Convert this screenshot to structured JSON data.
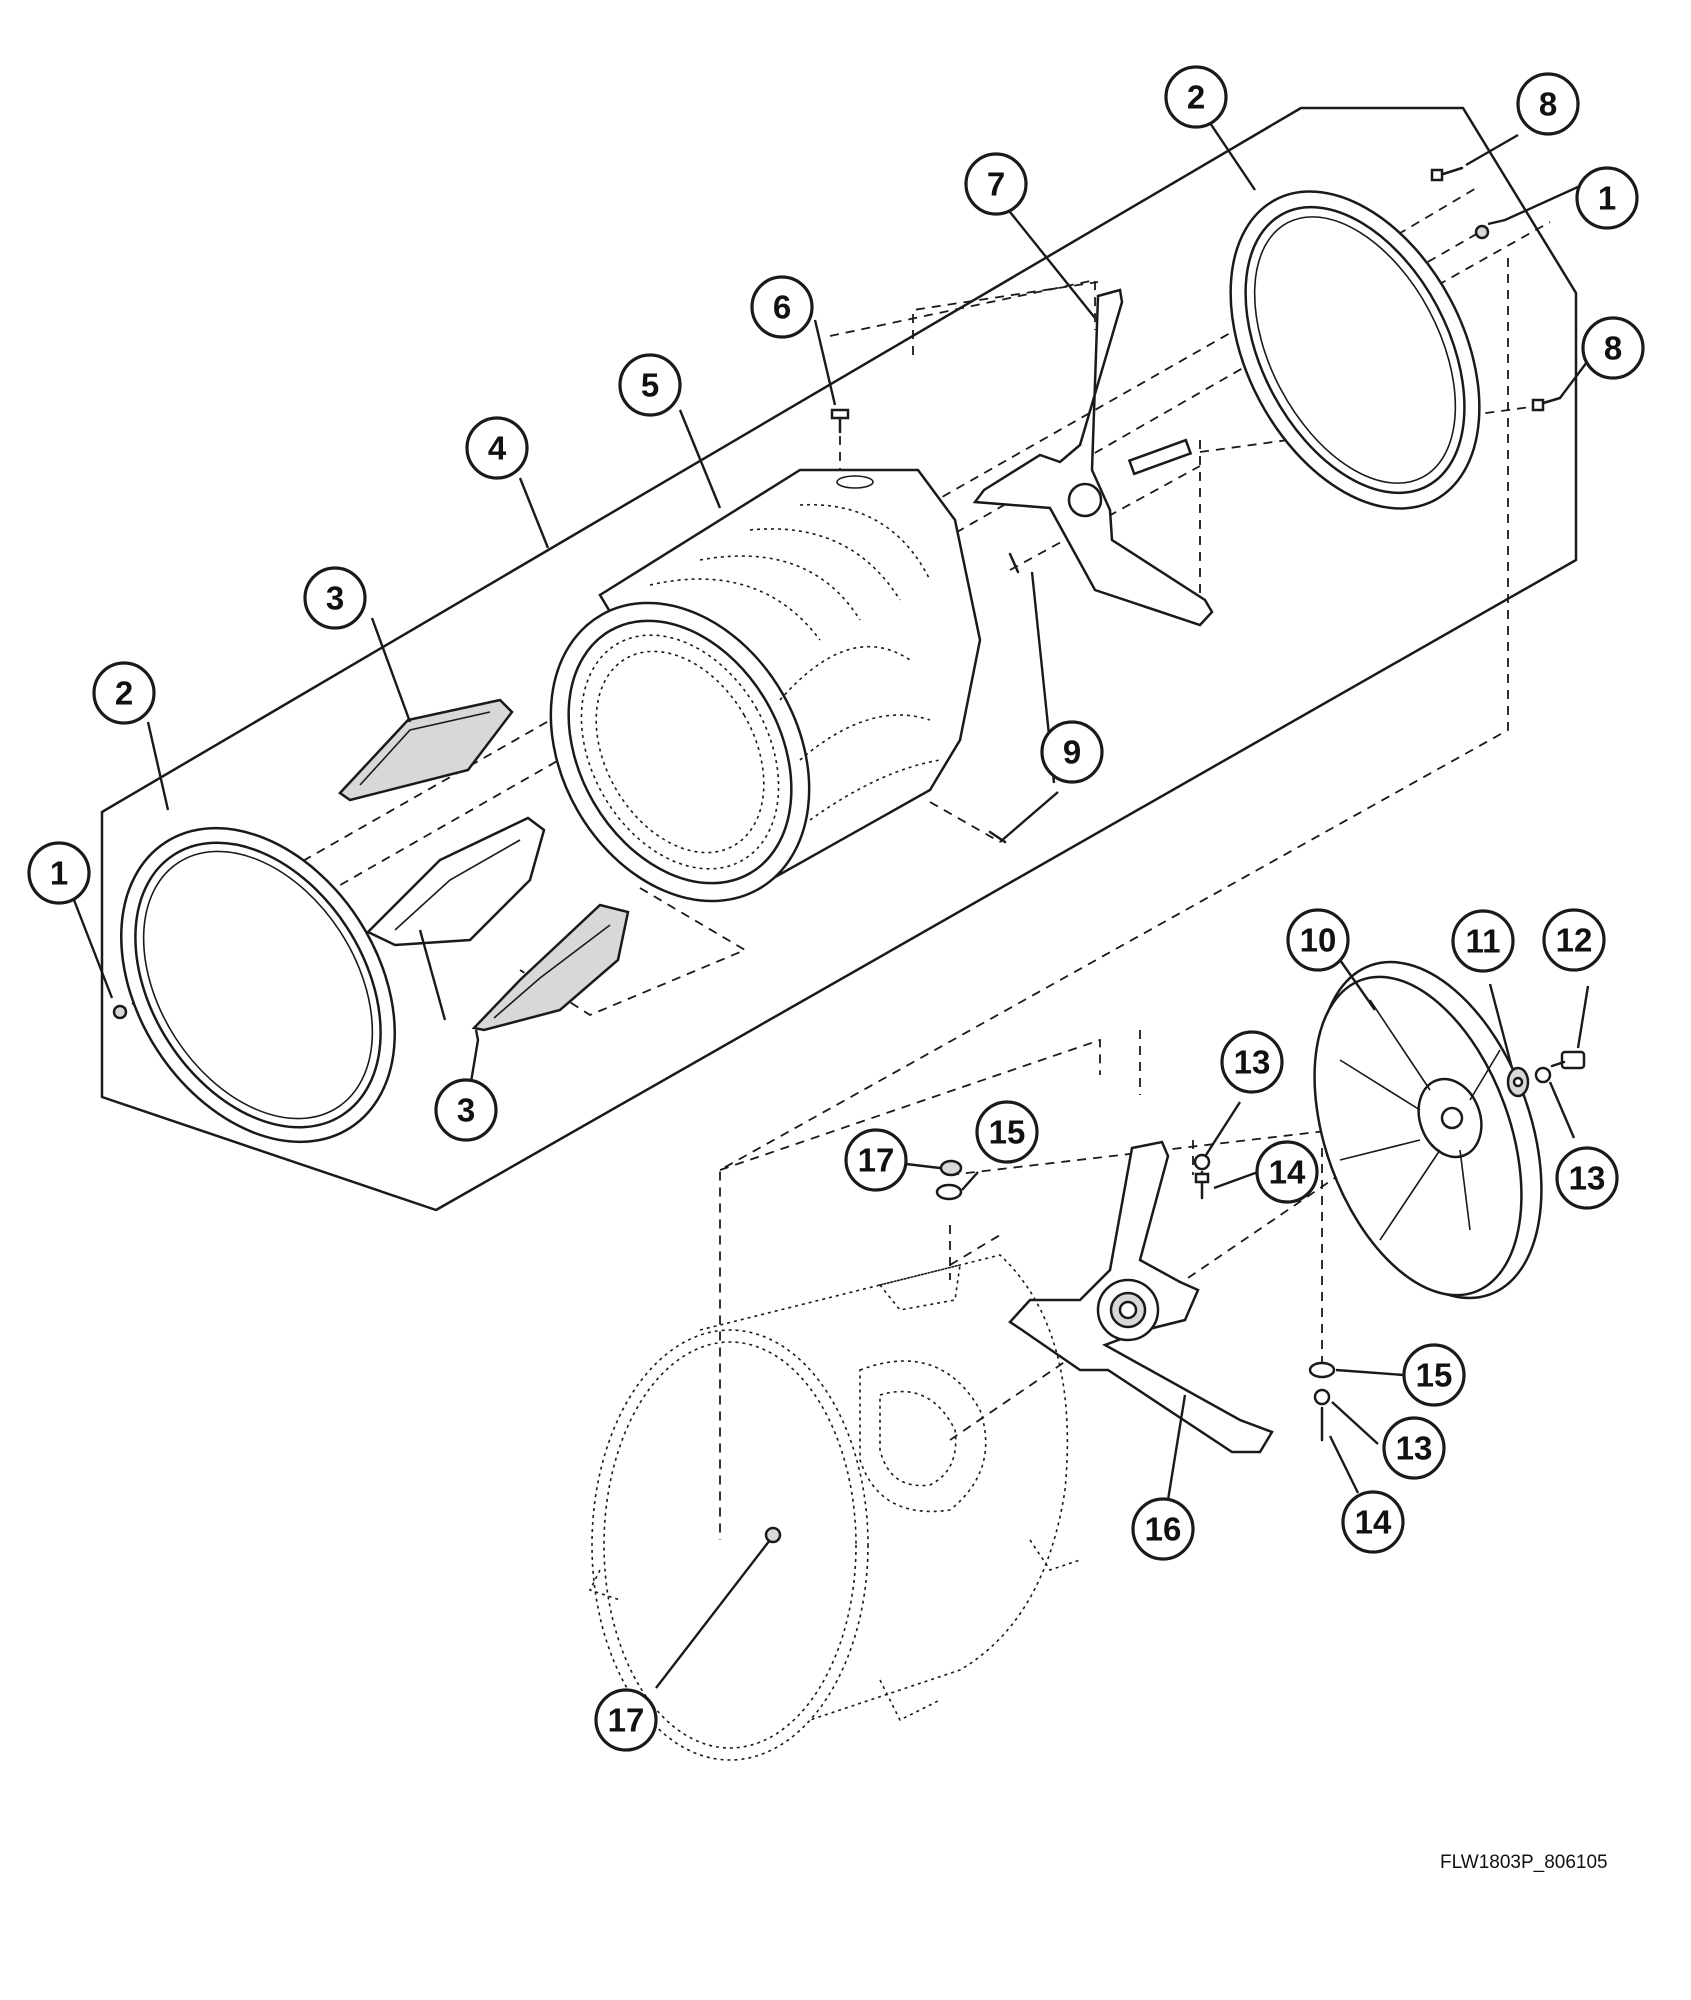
{
  "callouts": [
    {
      "id": "c1a",
      "label": "1"
    },
    {
      "id": "c1b",
      "label": "1"
    },
    {
      "id": "c2a",
      "label": "2"
    },
    {
      "id": "c2b",
      "label": "2"
    },
    {
      "id": "c3a",
      "label": "3"
    },
    {
      "id": "c3b",
      "label": "3"
    },
    {
      "id": "c4",
      "label": "4"
    },
    {
      "id": "c5",
      "label": "5"
    },
    {
      "id": "c6",
      "label": "6"
    },
    {
      "id": "c7",
      "label": "7"
    },
    {
      "id": "c8a",
      "label": "8"
    },
    {
      "id": "c8b",
      "label": "8"
    },
    {
      "id": "c9",
      "label": "9"
    },
    {
      "id": "c10",
      "label": "10"
    },
    {
      "id": "c11",
      "label": "11"
    },
    {
      "id": "c12",
      "label": "12"
    },
    {
      "id": "c13a",
      "label": "13"
    },
    {
      "id": "c13b",
      "label": "13"
    },
    {
      "id": "c13c",
      "label": "13"
    },
    {
      "id": "c14a",
      "label": "14"
    },
    {
      "id": "c14b",
      "label": "14"
    },
    {
      "id": "c15a",
      "label": "15"
    },
    {
      "id": "c15b",
      "label": "15"
    },
    {
      "id": "c16",
      "label": "16"
    },
    {
      "id": "c17a",
      "label": "17"
    },
    {
      "id": "c17b",
      "label": "17"
    }
  ],
  "reference_code": "FLW1803P_806105"
}
